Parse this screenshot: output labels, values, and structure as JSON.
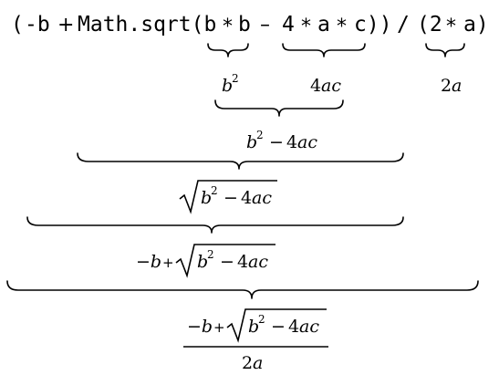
{
  "code": {
    "open": "(",
    "neg_b": "-b",
    "plus": "+",
    "call": "Math.sqrt(b",
    "times": "*",
    "b2": "b",
    "minus": "–",
    "four": "4",
    "a1": "a",
    "c_close": "c))",
    "slash": "/",
    "two_open": "(2",
    "a2": "a)"
  },
  "math": {
    "b": "b",
    "sq": "2",
    "four_ac_coef": "4",
    "ac": "ac",
    "two": "2",
    "a": "a",
    "minus": "−",
    "neg_b": "−b",
    "plus": "+"
  }
}
